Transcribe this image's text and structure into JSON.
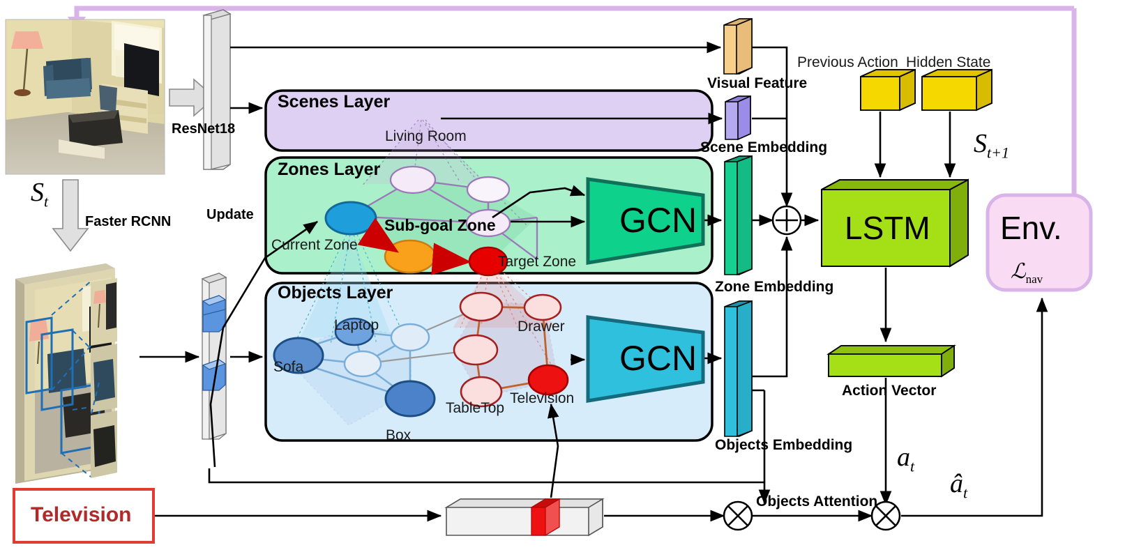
{
  "title": "Hierarchical Object-to-Zone Graph Navigation Architecture",
  "inputs": {
    "state_label": "S_t",
    "next_state_label": "S_{t+1}",
    "resnet_label": "ResNet18",
    "frcnn_label": "Faster RCNN",
    "update_label": "Update",
    "target_object": "Television"
  },
  "layers": {
    "scenes": {
      "title": "Scenes Layer",
      "node_label": "Living Room",
      "fill": "#ddd0f2",
      "node_color": "#5b2d86"
    },
    "zones": {
      "title": "Zones Layer",
      "fill": "#aaf0ca",
      "nodes": [
        {
          "label": "Current Zone",
          "color": "#1e9fdc"
        },
        {
          "label": "Sub-goal Zone",
          "color": "#f5eaf7"
        },
        {
          "label": "Target Zone",
          "color": "#e60000"
        },
        {
          "label": "",
          "color": "#f9a11b"
        }
      ]
    },
    "objects": {
      "title": "Objects Layer",
      "fill": "#d6ecfb",
      "nodes": [
        {
          "label": "Sofa",
          "color": "#5b8fd0"
        },
        {
          "label": "Laptop",
          "color": "#6fa3e0"
        },
        {
          "label": "Box",
          "color": "#4b82c9"
        },
        {
          "label": "TableTop",
          "color": "#fbdede"
        },
        {
          "label": "Drawer",
          "color": "#fbdede"
        },
        {
          "label": "Television",
          "color": "#ee1111"
        }
      ]
    }
  },
  "modules": {
    "gcn_zone": {
      "label": "GCN",
      "color": "#0ed18b"
    },
    "gcn_object": {
      "label": "GCN",
      "color": "#2ec0dd"
    },
    "lstm": {
      "label": "LSTM",
      "color": "#a5e016"
    },
    "env": {
      "label": "Env.",
      "loss": "L_nav",
      "color": "#f9dcf3"
    }
  },
  "embeddings": {
    "visual_feature": {
      "label": "Visual  Feature",
      "color": "#f7cf8a"
    },
    "scene_embedding": {
      "label": "Scene Embedding",
      "color": "#9b8ce8"
    },
    "zone_embedding": {
      "label": "Zone Embedding",
      "color": "#18cf92"
    },
    "objects_embedding": {
      "label": "Objects Embedding",
      "color": "#2fc0dd"
    },
    "previous_action": {
      "label": "Previous Action",
      "color": "#f5d800"
    },
    "hidden_state": {
      "label": "Hidden State",
      "color": "#f5d800"
    },
    "action_vector": {
      "label": "Action  Vector",
      "color": "#a5e016"
    }
  },
  "operators": {
    "concat": "+",
    "objects_attention": "Objects Attention",
    "action_t": "a_t",
    "action_hat_t": "â_t"
  },
  "colors": {
    "feedback_arrow": "#d8b4e8",
    "target_box_border": "#e03c31",
    "target_box_text": "#b02a2a",
    "red_arrow": "#cc0000"
  }
}
